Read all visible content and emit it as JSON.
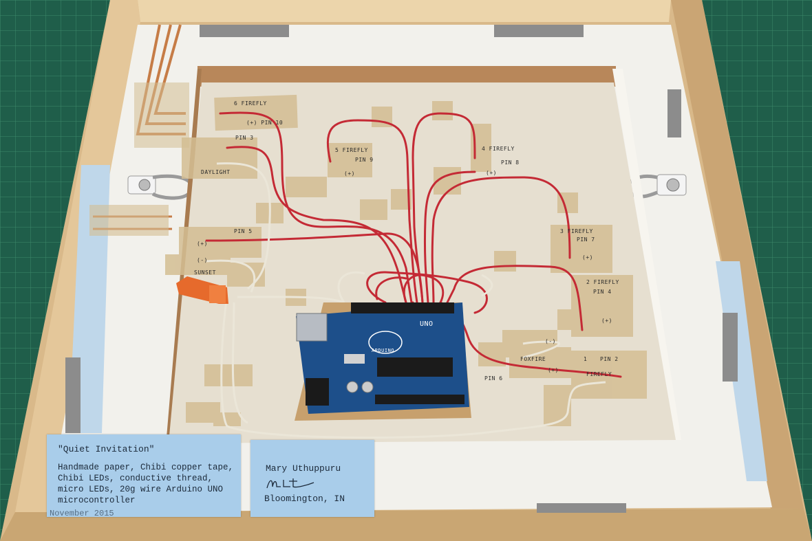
{
  "labels": {
    "firefly6": "6 FIREFLY",
    "plus_pin10": "(+)   PIN 10",
    "pin3": "PIN 3",
    "daylight": "DAYLIGHT",
    "firefly5": "5 FIREFLY",
    "pin9": "PIN 9",
    "plus_a": "(+)",
    "firefly4": "4 FIREFLY",
    "pin8": "PIN 8",
    "plus_b": "(+)",
    "pin5": "PIN 5",
    "plus_c": "(+)",
    "minus_c": "(-)",
    "sunset": "SUNSET",
    "firefly3": "3 FIREFLY",
    "pin7": "PIN 7",
    "plus_d": "(+)",
    "firefly2": "2 FIREFLY",
    "pin4": "PIN 4",
    "plus_e": "(+)",
    "foxfire": "FOXFIRE",
    "minus_f": "(-)",
    "plus_f": "(+)",
    "pin6": "PIN 6",
    "one": "1",
    "pin2": "PIN 2",
    "firefly1": "FIREFLY",
    "arduino": "ARDUINO",
    "uno": "UNO"
  },
  "card_left": {
    "title": "\"Quiet Invitation\"",
    "description": "Handmade paper, Chibi copper tape, Chibi LEDs, conductive thread, micro LEDs, 20g wire Arduino UNO microcontroller",
    "date": "November 2015"
  },
  "card_right": {
    "name": "Mary Uthuppuru",
    "city": "Bloomington, IN"
  },
  "colors": {
    "mat": "#1f5e4a",
    "wood": "#d9b98a",
    "paper": "#e6dfd0",
    "tape": "#d4be93",
    "wire_red": "#c42a35",
    "board_blue": "#1d4f8a",
    "card_blue": "#a9cdea"
  }
}
